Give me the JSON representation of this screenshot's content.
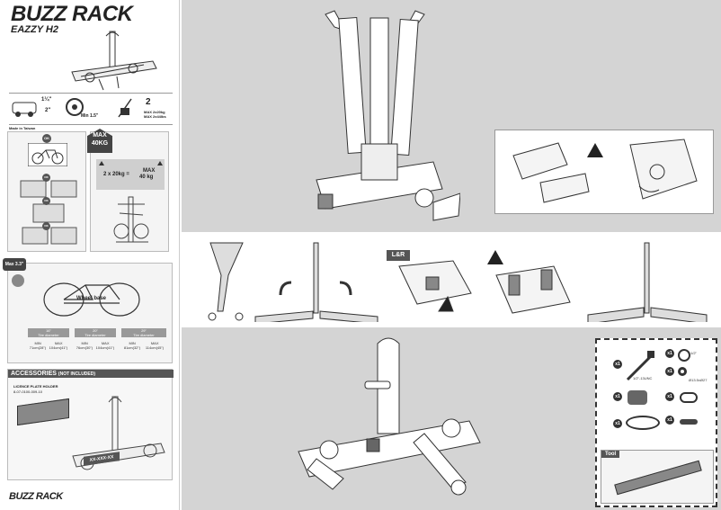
{
  "brand": {
    "logo_text": "BUZZ RACK",
    "model": "EAZZY H2"
  },
  "spec_strip": {
    "hitch_sizes": [
      "1¼\"",
      "2\""
    ],
    "min_label": "Min 1.5\"",
    "max_label": "MAX 2x20kg",
    "max_label_2": "MAX 2x44lbs",
    "made_in": "Made in Taiwan"
  },
  "bike_panel": {
    "ok_1": "OK",
    "ok_2": "OK",
    "ok_3": "OK",
    "ok_4": "OK",
    "max_badge_line1": "MAX",
    "max_badge_line2": "40KG",
    "weight_formula": "2 x 20kg =",
    "weight_max_line1": "MAX",
    "weight_max_line2": "40 kg"
  },
  "wheelbase_panel": {
    "badge": "Max 3.3\"",
    "wheel_base_label": "Wheel base",
    "columns": [
      {
        "header": "16\"",
        "sub": "Tire diameter",
        "min": "MIN",
        "max": "MAX",
        "min_val": "71cm(28\")",
        "max_val": "104cm(41\")"
      },
      {
        "header": "20\"",
        "sub": "Tire diameter",
        "min": "MIN",
        "max": "MAX",
        "min_val": "76cm(30\")",
        "max_val": "104cm(41\")"
      },
      {
        "header": "29\"",
        "sub": "Tire diameter",
        "min": "MIN",
        "max": "MAX",
        "min_val": "81cm(32\")",
        "max_val": "114cm(45\")"
      }
    ]
  },
  "accessories": {
    "title": "ACCESSORIES",
    "title_note": "(NOT INCLUDED)",
    "item_name": "LICENCE PLATE HOLDER",
    "item_code": "8-07-0100-009-10",
    "plate_text": "XX-XXX-XX"
  },
  "footer_logo": "BUZZ RACK",
  "folding_strip": {
    "lr_label": "L&R"
  },
  "parts_box": {
    "quantities": [
      "x1",
      "x1",
      "x1",
      "x1",
      "x1",
      "x1",
      "x1"
    ],
    "bolt_label": "1/2\"-13UNC",
    "washer_label": "1/2\"",
    "washer2_label": "Ø13.5xØ27",
    "tool_title": "Tool"
  },
  "colors": {
    "band_gray": "#d4d4d4",
    "dark": "#333333"
  }
}
